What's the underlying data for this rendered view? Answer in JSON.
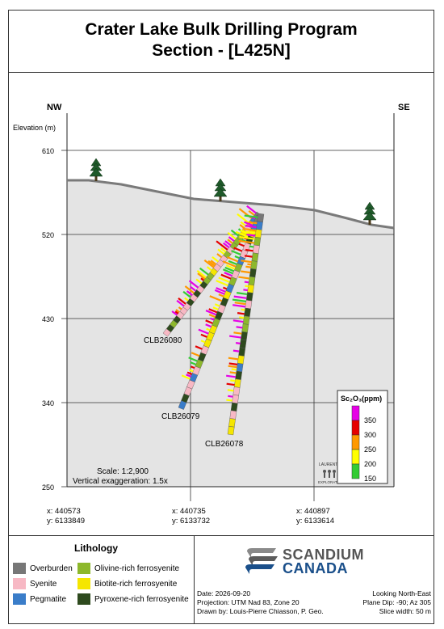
{
  "title": {
    "line1": "Crater Lake Bulk Drilling Program",
    "line2": "Section - [L425N]"
  },
  "section": {
    "left_dir": "NW",
    "right_dir": "SE",
    "elevation_label": "Elevation (m)",
    "elevations": [
      "610",
      "520",
      "430",
      "340",
      "250"
    ],
    "holes": [
      "CLB26080",
      "CLB26079",
      "CLB26078"
    ],
    "scale": "Scale: 1:2,900",
    "vertical_exaggeration": "Vertical exaggeration: 1.5x",
    "watermark": {
      "top": "LAURENTIA",
      "bottom": "EXPLORATION"
    }
  },
  "sc_legend": {
    "title": "Sc₂O₃(ppm)",
    "values": [
      "350",
      "300",
      "250",
      "200",
      "150"
    ],
    "colors": [
      "#e600e6",
      "#e60000",
      "#ff9900",
      "#ffff00",
      "#33cc33"
    ]
  },
  "coordinates": [
    {
      "x": "x:  440573",
      "y": "y:  6133849"
    },
    {
      "x": "x:  440735",
      "y": "y:  6133732"
    },
    {
      "x": "x:  440897",
      "y": "y:  6133614"
    }
  ],
  "lithology": {
    "title": "Lithology",
    "items": [
      {
        "label": "Overburden",
        "color": "#777777"
      },
      {
        "label": "Syenite",
        "color": "#f7b8c4"
      },
      {
        "label": "Pegmatite",
        "color": "#3a7dc9"
      },
      {
        "label": "Olivine-rich ferrosyenite",
        "color": "#8db82c"
      },
      {
        "label": "Biotite-rich ferrosyenite",
        "color": "#f5e600"
      },
      {
        "label": "Pyroxene-rich ferrosyenite",
        "color": "#2e4a1e"
      }
    ]
  },
  "company": {
    "line1": "SCANDIUM",
    "line2": "CANADA"
  },
  "meta": {
    "date": "Date: 2026-09-20",
    "projection": "Projection: UTM Nad 83, Zone 20",
    "drawn_by": "Drawn by: Louis-Pierre Chiasson, P. Geo.",
    "looking": "Looking North-East",
    "plane_dip": "Plane Dip: -90; Az 305",
    "slice_width": "Slice width: 50 m"
  }
}
